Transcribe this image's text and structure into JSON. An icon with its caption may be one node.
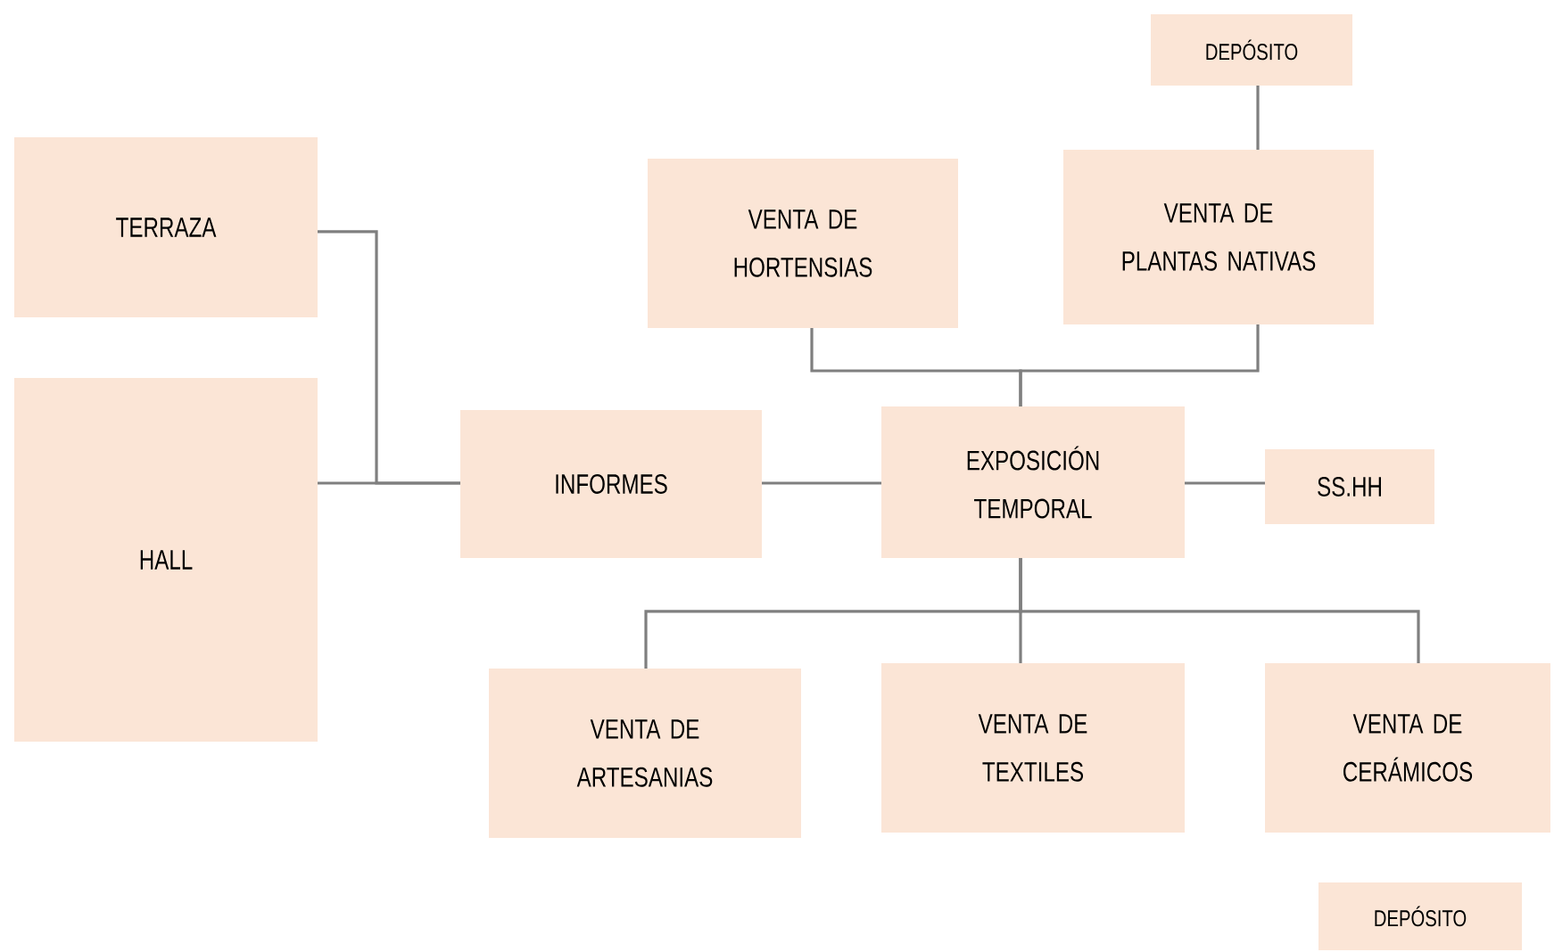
{
  "diagram": {
    "nodes": [
      {
        "text": [
          "TERRAZA"
        ]
      },
      {
        "text": [
          "HALL"
        ]
      },
      {
        "text": [
          "INFORMES"
        ]
      },
      {
        "text": [
          "EXPOSICIÓN TEMPORAL"
        ]
      },
      {
        "text": [
          "VENTA DE HORTENSIAS"
        ]
      },
      {
        "text": [
          "VENTA DE PLANTAS NATIVAS"
        ]
      },
      {
        "text": [
          "DEPÓSITO"
        ]
      },
      {
        "text": [
          "SS.HH"
        ]
      },
      {
        "text": [
          "VENTA DE ARTESANIAS"
        ]
      },
      {
        "text": [
          "VENTA DE TEXTILES"
        ]
      },
      {
        "text": [
          "VENTA DE CERÁMICOS"
        ]
      },
      {
        "text": [
          "DEPÓSITO"
        ]
      }
    ],
    "edges": [
      {
        "from": 0,
        "to": 2,
        "arrow": "none"
      },
      {
        "from": 1,
        "to": 2,
        "arrow": "none"
      },
      {
        "from": 2,
        "to": 3,
        "arrow": "none"
      },
      {
        "from": 3,
        "to": 4,
        "arrow": "none"
      },
      {
        "from": 3,
        "to": 5,
        "arrow": "none"
      },
      {
        "from": 3,
        "to": 7,
        "arrow": "none"
      },
      {
        "from": 3,
        "to": 8,
        "arrow": "none"
      },
      {
        "from": 3,
        "to": 9,
        "arrow": "none"
      },
      {
        "from": 3,
        "to": 10,
        "arrow": "none"
      },
      {
        "from": 6,
        "to": 5,
        "arrow": "none"
      }
    ]
  }
}
